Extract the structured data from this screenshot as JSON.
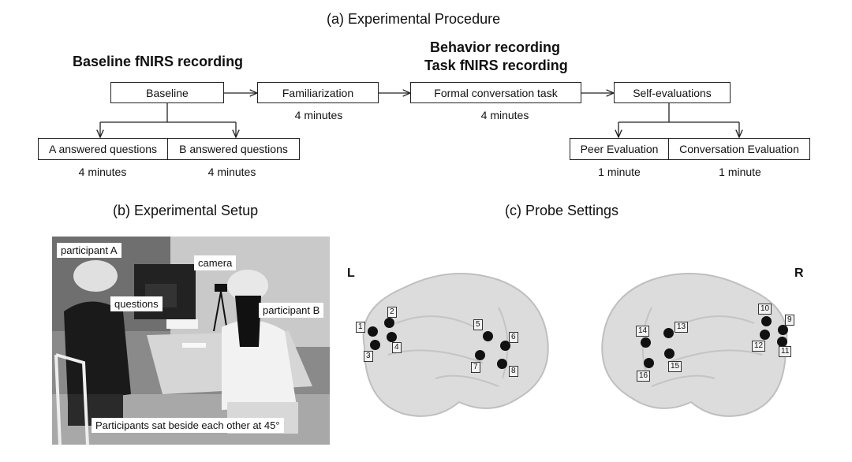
{
  "titles": {
    "procedure": "(a) Experimental Procedure",
    "setup": "(b) Experimental Setup",
    "probe": "(c) Probe Settings"
  },
  "headers": {
    "baseline_recording": "Baseline fNIRS recording",
    "behavior_recording": "Behavior recording",
    "task_recording": "Task fNIRS recording"
  },
  "boxes": {
    "baseline": "Baseline",
    "familiarization": "Familiarization",
    "formal_task": "Formal conversation task",
    "self_evaluations": "Self-evaluations",
    "a_answered": "A answered questions",
    "b_answered": "B answered questions",
    "peer_eval": "Peer Evaluation",
    "conv_eval": "Conversation Evaluation"
  },
  "durations": {
    "familiarization": "4 minutes",
    "formal_task": "4 minutes",
    "a_answered": "4 minutes",
    "b_answered": "4 minutes",
    "peer_eval": "1 minute",
    "conv_eval": "1 minute"
  },
  "photo": {
    "participant_a": "participant A",
    "camera": "camera",
    "questions": "questions",
    "participant_b": "participant B",
    "caption": "Participants sat beside each other at 45°"
  },
  "probe": {
    "left_label": "L",
    "right_label": "R",
    "channels": [
      "1",
      "2",
      "3",
      "4",
      "5",
      "6",
      "7",
      "8",
      "9",
      "10",
      "11",
      "12",
      "13",
      "14",
      "15",
      "16"
    ]
  }
}
